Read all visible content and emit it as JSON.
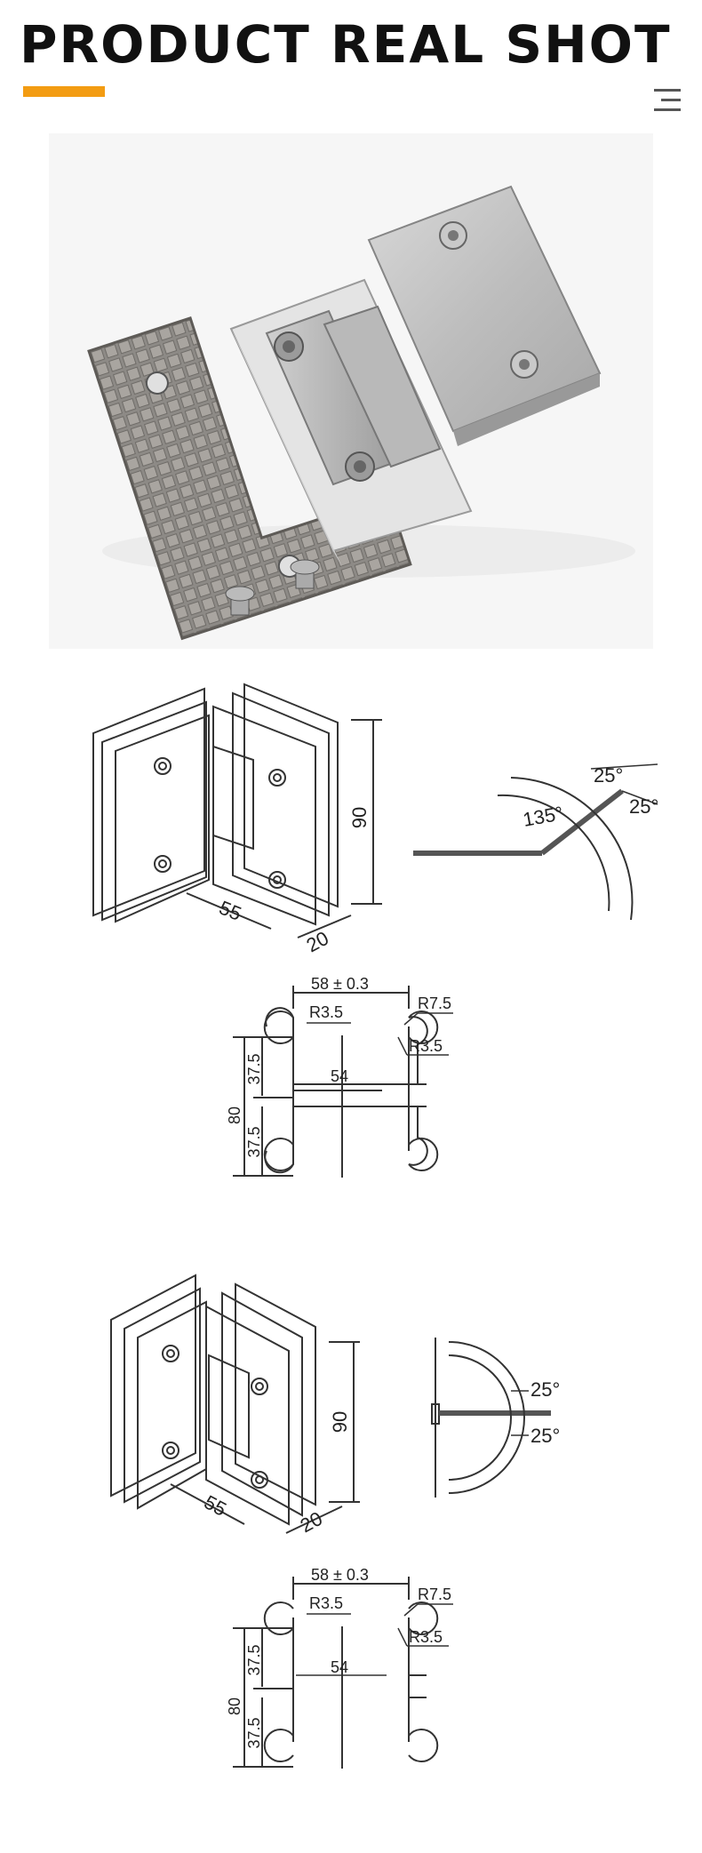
{
  "header": {
    "title": "PRODUCT REAL SHOT",
    "accent_color": "#F39C12"
  },
  "menu": {
    "icon": "hamburger-menu-icon"
  },
  "diagram1": {
    "height": "90",
    "width": "55",
    "depth": "20",
    "angle_main": "135°",
    "angle_a": "25°",
    "angle_b": "25°"
  },
  "cutout1": {
    "top_width": "58 ± 0.3",
    "radius_top_left": "R3.5",
    "radius_top_right": "R7.5",
    "radius_right": "R3.5",
    "inner_width": "54",
    "total_height": "80",
    "upper_height": "37.5",
    "lower_height": "37.5"
  },
  "diagram2": {
    "height": "90",
    "width": "55",
    "depth": "20",
    "angle_a": "25°",
    "angle_b": "25°"
  },
  "cutout2": {
    "top_width": "58 ± 0.3",
    "radius_top_left": "R3.5",
    "radius_top_right": "R7.5",
    "radius_right": "R3.5",
    "inner_width": "54",
    "total_height": "80",
    "upper_height": "37.5",
    "lower_height": "37.5"
  }
}
